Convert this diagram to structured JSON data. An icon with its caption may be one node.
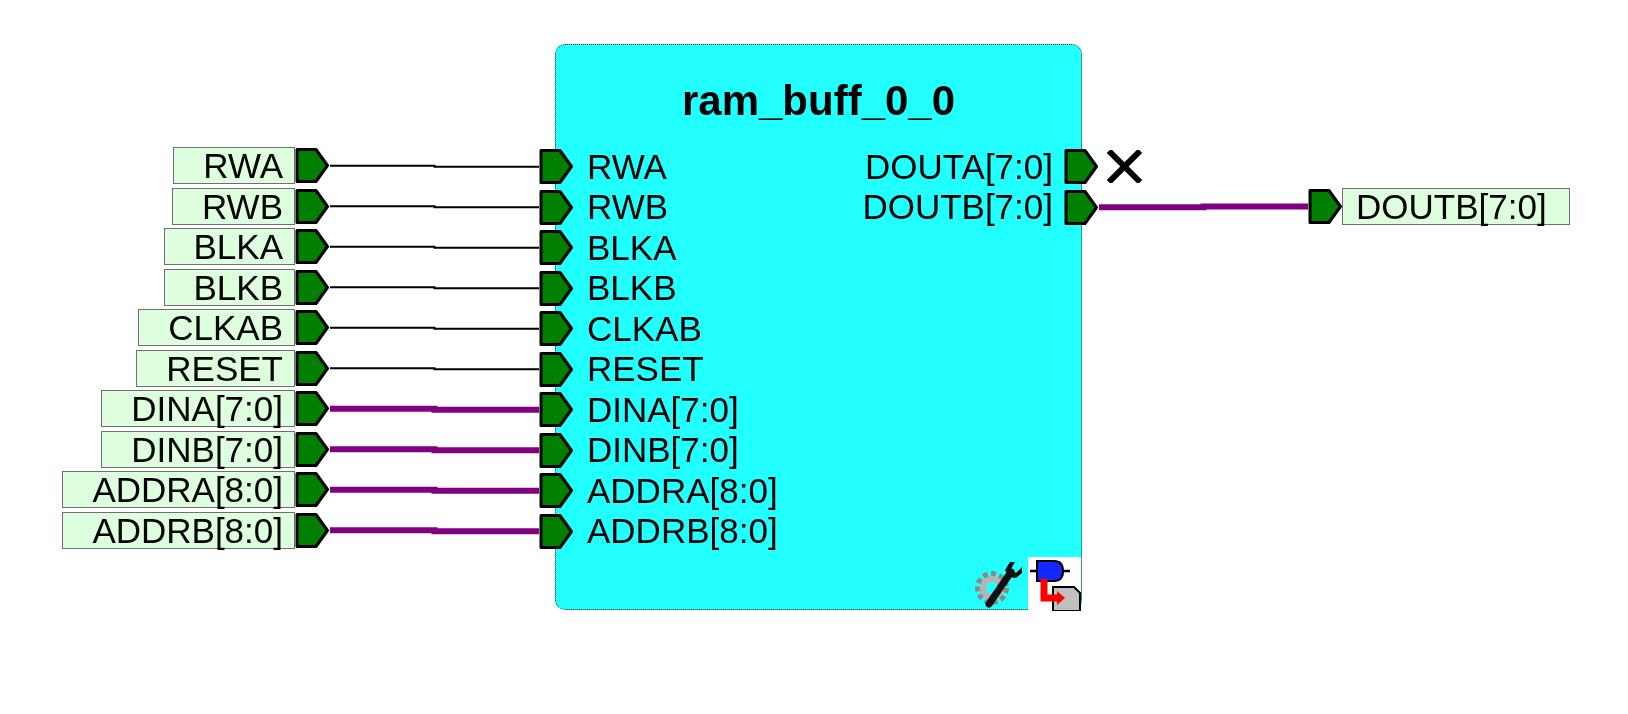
{
  "diagram": {
    "nodes": [
      {
        "text": [
          "RWA"
        ]
      },
      {
        "text": [
          "RWB"
        ]
      },
      {
        "text": [
          "BLKA"
        ]
      },
      {
        "text": [
          "BLKB"
        ]
      },
      {
        "text": [
          "CLKAB"
        ]
      },
      {
        "text": [
          "RESET"
        ]
      },
      {
        "text": [
          "DINA[7:0]"
        ]
      },
      {
        "text": [
          "DINB[7:0]"
        ]
      },
      {
        "text": [
          "ADDRA[8:0]"
        ]
      },
      {
        "text": [
          "ADDRB[8:0]"
        ]
      },
      {
        "text": [
          "ram_buff_0_0"
        ]
      },
      {
        "text": [
          "RWA"
        ],
        "in": 10
      },
      {
        "text": [
          "RWB"
        ],
        "in": 10
      },
      {
        "text": [
          "BLKA"
        ],
        "in": 10
      },
      {
        "text": [
          "BLKB"
        ],
        "in": 10
      },
      {
        "text": [
          "CLKAB"
        ],
        "in": 10
      },
      {
        "text": [
          "RESET"
        ],
        "in": 10
      },
      {
        "text": [
          "DINA[7:0]"
        ],
        "in": 10
      },
      {
        "text": [
          "DINB[7:0]"
        ],
        "in": 10
      },
      {
        "text": [
          "ADDRA[8:0]"
        ],
        "in": 10
      },
      {
        "text": [
          "ADDRB[8:0]"
        ],
        "in": 10
      },
      {
        "text": [
          "DOUTA[7:0]"
        ],
        "in": 10
      },
      {
        "text": [
          "DOUTB[7:0]"
        ],
        "in": 10
      },
      {
        "text": [
          "DOUTB[7:0]"
        ]
      }
    ],
    "edges": [
      {
        "from": 0,
        "to": 11,
        "arrow": "none"
      },
      {
        "from": 1,
        "to": 12,
        "arrow": "none"
      },
      {
        "from": 2,
        "to": 13,
        "arrow": "none"
      },
      {
        "from": 3,
        "to": 14,
        "arrow": "none"
      },
      {
        "from": 4,
        "to": 15,
        "arrow": "none"
      },
      {
        "from": 5,
        "to": 16,
        "arrow": "none"
      },
      {
        "from": 6,
        "to": 17,
        "arrow": "none",
        "style": "thick",
        "color": "#800080"
      },
      {
        "from": 7,
        "to": 18,
        "arrow": "none",
        "style": "thick",
        "color": "#800080"
      },
      {
        "from": 8,
        "to": 19,
        "arrow": "none",
        "style": "thick",
        "color": "#800080"
      },
      {
        "from": 9,
        "to": 20,
        "arrow": "none",
        "style": "thick",
        "color": "#800080"
      },
      {
        "from": 22,
        "to": 23,
        "arrow": "none",
        "style": "thick",
        "color": "#800080"
      }
    ]
  }
}
